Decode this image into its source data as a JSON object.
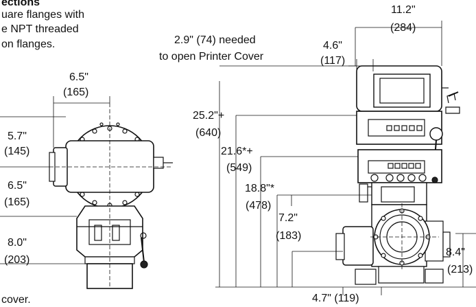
{
  "heading": "ections",
  "intro": [
    "uare flanges with",
    "e NPT threaded",
    "on flanges."
  ],
  "footnote": "cover.",
  "left_view": {
    "width": "6.5\"",
    "width_mm": "(165)",
    "dim_a": "5.7\"",
    "dim_a_mm": "(145)",
    "dim_b": "6.5\"",
    "dim_b_mm": "(165)",
    "dim_c": "8.0\"",
    "dim_c_mm": "(203)"
  },
  "right_view": {
    "clearance": "2.9\" (74) needed",
    "clearance_2": "to open Printer Cover",
    "depth": "4.6\"",
    "depth_mm": "(117)",
    "width": "11.2\"",
    "width_mm": "(284)",
    "h1": "25.2\"+",
    "h1_mm": "(640)",
    "h2": "21.6*+",
    "h2_mm": "(549)",
    "h3": "18.8\"*",
    "h3_mm": "(478)",
    "h4": "7.2\"",
    "h4_mm": "(183)",
    "h5": "8.4\"",
    "h5_mm": "(213)",
    "bottom": "4.7\" (119)"
  }
}
